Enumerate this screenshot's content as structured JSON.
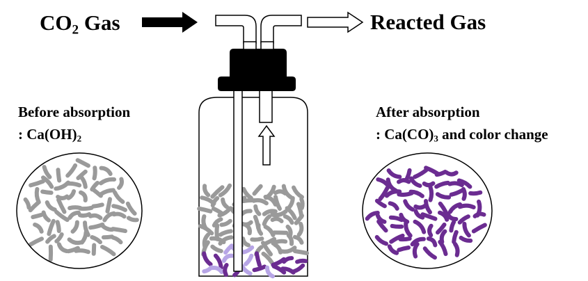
{
  "inlet_label": {
    "prefix": "CO",
    "sub": "2",
    "suffix": " Gas"
  },
  "outlet_label": "Reacted Gas",
  "before": {
    "title": "Before absorption",
    "prefix": ": Ca(OH)",
    "sub": "2",
    "suffix": ""
  },
  "after": {
    "title": "After absorption",
    "prefix": ": Ca(CO)",
    "sub": "3",
    "suffix": " and color change"
  },
  "colors": {
    "unreacted_granule": "#9a9a9a",
    "reacted_granule": "#6b2c91",
    "partially_reacted_granule": "#b7a5e6",
    "cap": "#000000",
    "outline": "#000000"
  }
}
